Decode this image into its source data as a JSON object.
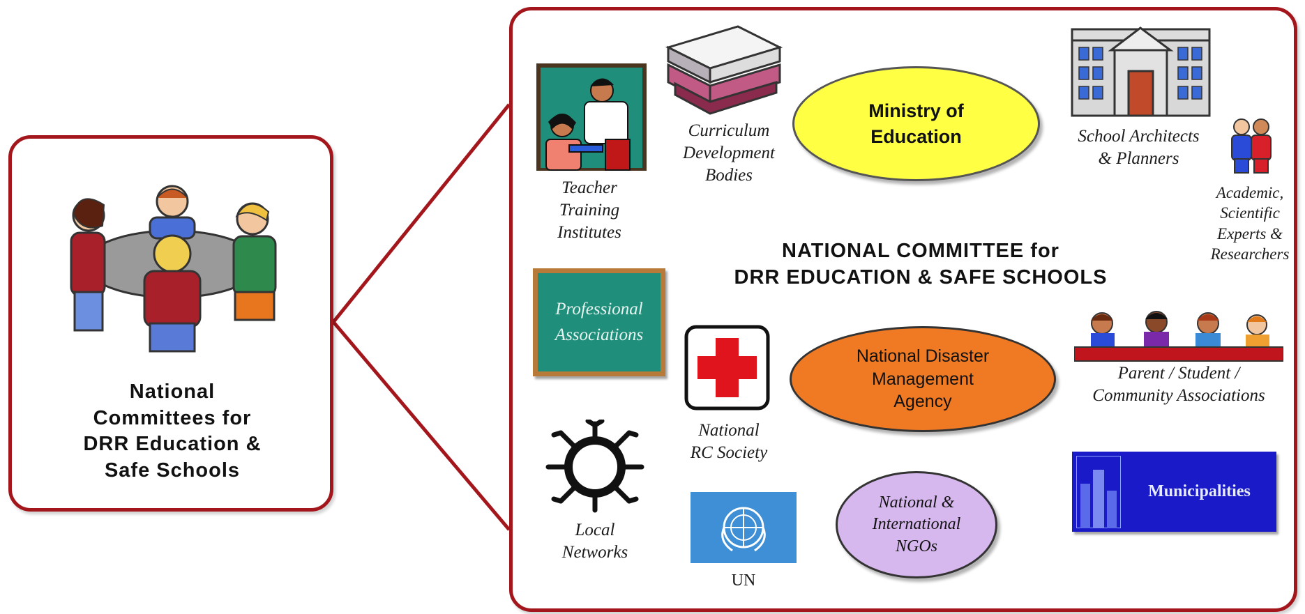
{
  "left": {
    "title_lines": [
      "National",
      "Committees for",
      "DRR Education &",
      "Safe Schools"
    ]
  },
  "center": {
    "title_line1": "NATIONAL COMMITTEE for",
    "title_line2": "DRR EDUCATION & SAFE SCHOOLS"
  },
  "nodes": {
    "ministry": "Ministry of\nEducation",
    "ndma": "National Disaster\nManagement\nAgency",
    "ngos": "National &\nInternational\nNGOs",
    "municipalities": "Municipalities",
    "un": "UN",
    "teacher_training": "Teacher\nTraining\nInstitutes",
    "curriculum": "Curriculum\nDevelopment\nBodies",
    "architects": "School Architects\n& Planners",
    "academic": "Academic,\nScientific\nExperts &\nResearchers",
    "professional": "Professional\nAssociations",
    "rc_society": "National\nRC Society",
    "parent_assoc": "Parent / Student /\nCommunity Associations",
    "local_networks": "Local\nNetworks"
  },
  "colors": {
    "frame_red": "#a3161c",
    "ministry_fill": "#ffff44",
    "ndma_fill": "#f07a24",
    "ngos_fill": "#d7b8ee",
    "municipalities_fill": "#1a1ac8",
    "un_blue": "#3f8fd6",
    "chalkboard_green": "#1f8f7c",
    "red_cross": "#e0141c"
  },
  "icons": [
    "people-at-table-icon",
    "teacher-student-icon",
    "books-stack-icon",
    "school-building-icon",
    "two-people-icon",
    "chalkboard-icon",
    "red-cross-icon",
    "audience-icon",
    "network-ring-icon",
    "un-emblem-icon",
    "city-skyline-icon"
  ]
}
